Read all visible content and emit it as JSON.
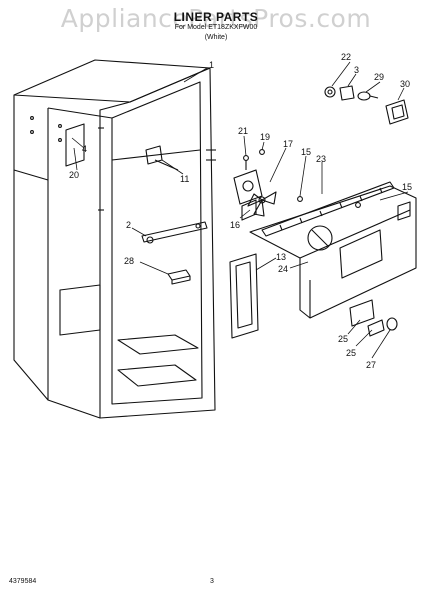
{
  "header": {
    "title": "LINER PARTS",
    "model": "For Model ET18ZKXFW00",
    "variant": "(White)"
  },
  "watermark": "AppliancePartsPros.com",
  "footer": {
    "doc_number": "4379584",
    "page_number": "3"
  },
  "callouts": {
    "c1": "1",
    "c2": "2",
    "c3": "3",
    "c4": "4",
    "c11": "11",
    "c13": "13",
    "c15a": "15",
    "c15b": "15",
    "c16": "16",
    "c17": "17",
    "c19": "19",
    "c20": "20",
    "c21": "21",
    "c22": "22",
    "c23": "23",
    "c24": "24",
    "c25a": "25",
    "c25b": "25",
    "c27": "27",
    "c28": "28",
    "c29": "29",
    "c30": "30"
  }
}
